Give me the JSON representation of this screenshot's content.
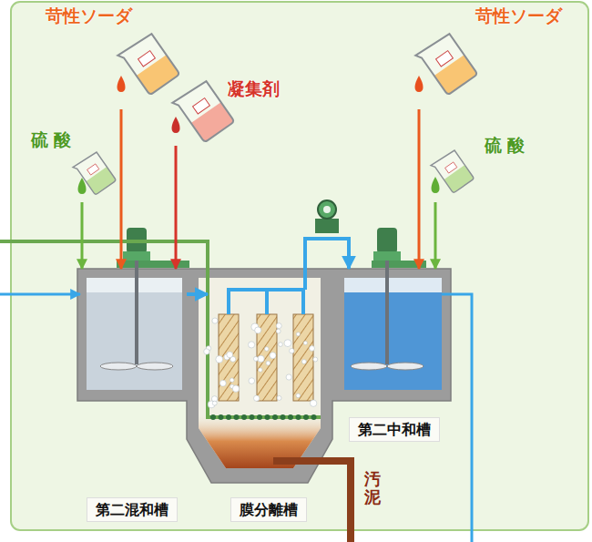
{
  "diagram": {
    "nodes": [
      {
        "text": [
          "苛性ソーダ"
        ]
      },
      {
        "text": [
          "凝集剤"
        ]
      },
      {
        "text": [
          "硫酸"
        ]
      },
      {
        "text": [
          "苛性ソーダ"
        ]
      },
      {
        "text": [
          "硫酸"
        ]
      },
      {
        "text": [
          "第二混和槽"
        ]
      },
      {
        "text": [
          "膜分離槽"
        ]
      },
      {
        "text": [
          "第二中和槽"
        ]
      }
    ],
    "edges": [
      {
        "from": 0,
        "to": 5,
        "arrow": "to"
      },
      {
        "from": 1,
        "to": 5,
        "arrow": "to"
      },
      {
        "from": 2,
        "to": 5,
        "arrow": "to"
      },
      {
        "from": 3,
        "to": 7,
        "arrow": "to"
      },
      {
        "from": 4,
        "to": 7,
        "arrow": "to"
      },
      {
        "from": 5,
        "to": 6,
        "arrow": "to"
      },
      {
        "from": 6,
        "to": 7,
        "arrow": "to"
      }
    ],
    "labels": [
      "汚泥"
    ]
  }
}
